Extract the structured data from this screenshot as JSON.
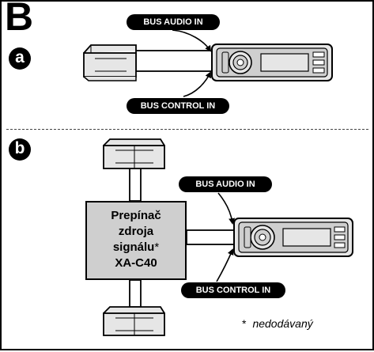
{
  "panel_letter": "B",
  "badges": {
    "a": "a",
    "b": "b"
  },
  "labels": {
    "bus_audio_in": "BUS AUDIO IN",
    "bus_control_in": "BUS CONTROL IN"
  },
  "selector": {
    "line1": "Prepínač",
    "line2": "zdroja",
    "line3": "signálu",
    "line3_mark": "*",
    "line4": "XA-C40"
  },
  "footnote": {
    "mark": "*",
    "text": "nedodávaný"
  },
  "colors": {
    "ink": "#000000",
    "box_fill": "#cfcfcf",
    "device_fill": "#e6e6e6",
    "wire_fill": "#ffffff"
  }
}
